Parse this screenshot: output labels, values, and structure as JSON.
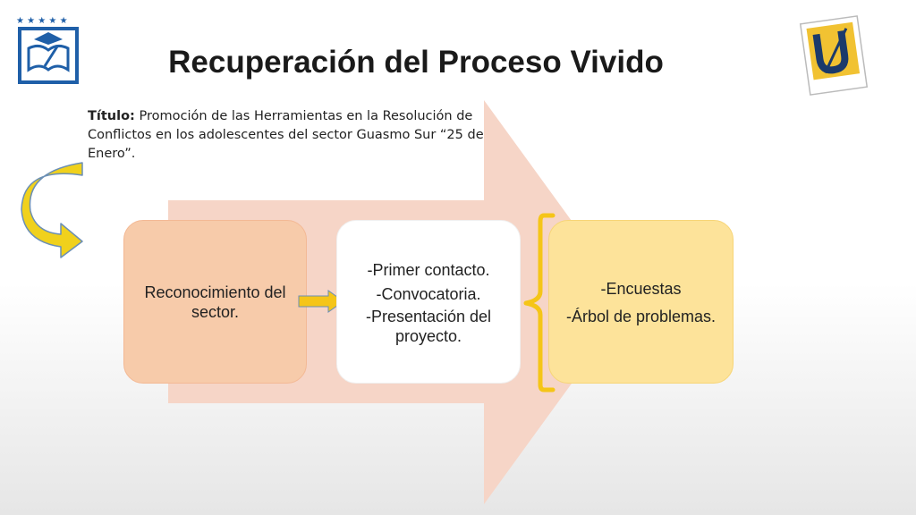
{
  "title": "Recuperación del Proceso Vivido",
  "subtitle": {
    "label": "Título:",
    "text": " Promoción de las Herramientas en la Resolución de Conflictos en los adolescentes del sector Guasmo Sur “25 de Enero”."
  },
  "boxes": [
    {
      "lines": [
        "Reconocimiento del sector."
      ]
    },
    {
      "lines": [
        "-Primer contacto.",
        "-Convocatoria.",
        "-Presentación del proyecto."
      ]
    },
    {
      "lines": [
        "-Encuestas",
        "-Árbol de problemas."
      ]
    }
  ],
  "colors": {
    "big_arrow": "#f6d5c7",
    "box1": "#f7cbaa",
    "box3": "#fde39a",
    "accent_yellow": "#f5c518",
    "curved_arrow": "#f0d11c"
  },
  "icons": {
    "left_logo": "university-book-logo",
    "right_logo": "u-letter-logo"
  }
}
